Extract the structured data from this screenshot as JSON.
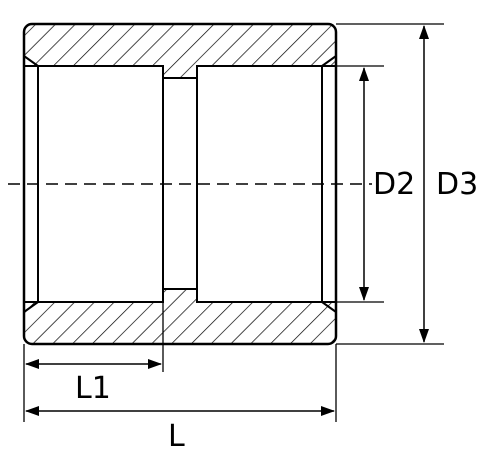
{
  "diagram": {
    "type": "pipe-coupling-section",
    "labels": {
      "inner_diameter": "D2",
      "outer_diameter": "D3",
      "thread_length": "L1",
      "total_length": "L"
    },
    "colors": {
      "stroke": "#000000",
      "background": "#ffffff"
    }
  }
}
